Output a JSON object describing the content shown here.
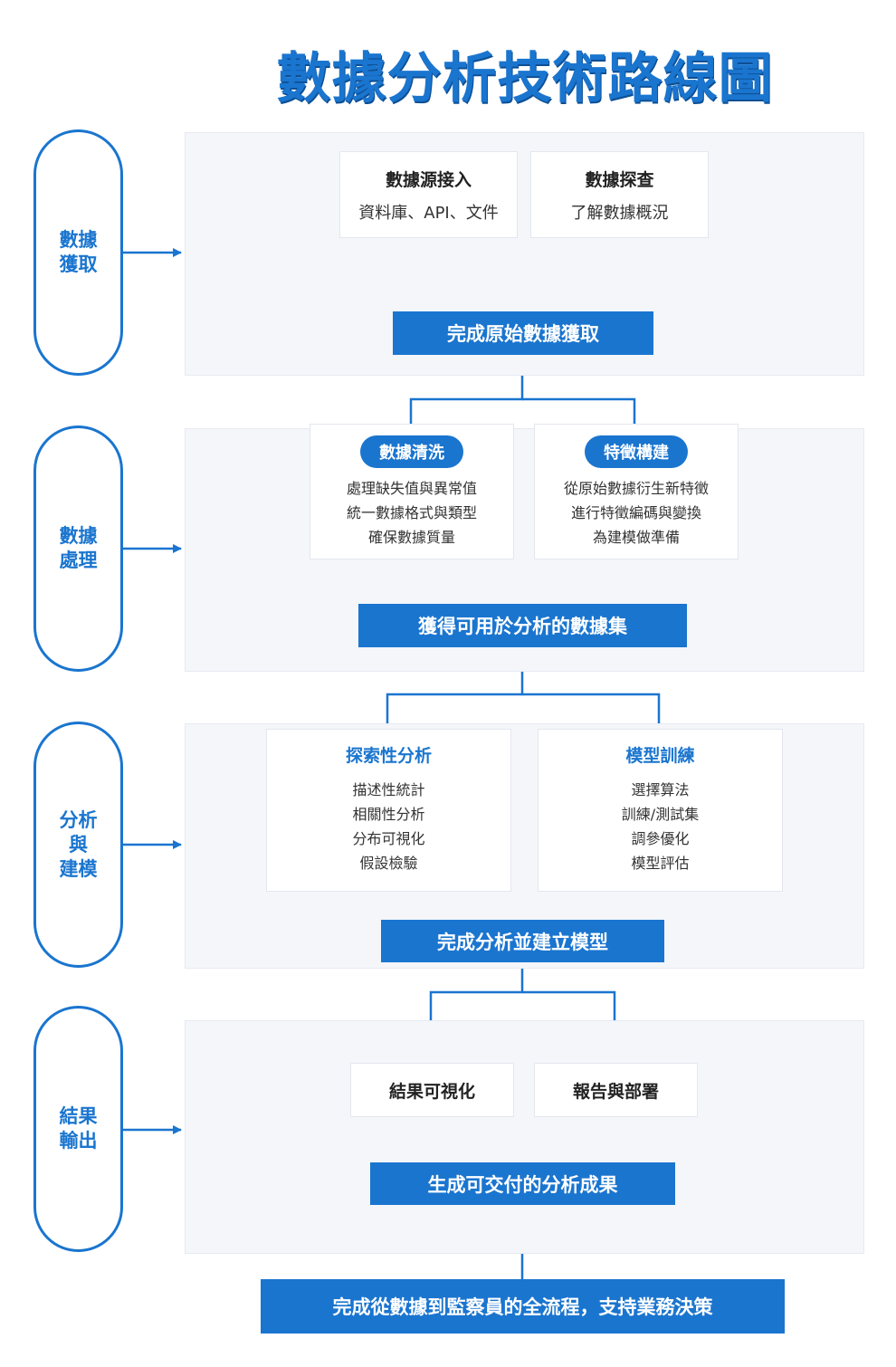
{
  "title": "數據分析技術路線圖",
  "stages": [
    {
      "label": "數據\n獲取",
      "result": "完成原始數據獲取",
      "cards": [
        {
          "title": "數據源接入",
          "desc": "資料庫、API、文件"
        },
        {
          "title": "數據探查",
          "desc": "了解數據概況"
        }
      ]
    },
    {
      "label": "數據\n處理",
      "result": "獲得可用於分析的數據集",
      "cards": [
        {
          "title": "數據清洗",
          "lines": [
            "處理缺失值與異常值",
            "統一數據格式與類型",
            "確保數據質量"
          ]
        },
        {
          "title": "特徵構建",
          "lines": [
            "從原始數據衍生新特徵",
            "進行特徵編碼與變換",
            "為建模做準備"
          ]
        }
      ]
    },
    {
      "label": "分析\n與\n建模",
      "result": "完成分析並建立模型",
      "cards": [
        {
          "title": "探索性分析",
          "lines": [
            "描述性統計",
            "相關性分析",
            "分布可視化",
            "假設檢驗"
          ]
        },
        {
          "title": "模型訓練",
          "lines": [
            "選擇算法",
            "訓練/測試集",
            "調參優化",
            "模型評估"
          ]
        }
      ]
    },
    {
      "label": "結果\n輸出",
      "result": "生成可交付的分析成果",
      "cards": [
        {
          "title": "結果可視化"
        },
        {
          "title": "報告與部署"
        }
      ]
    }
  ],
  "final": "完成從數據到監察員的全流程，支持業務決策",
  "colors": {
    "accent": "#1a75cf",
    "panel": "#f4f6fa"
  }
}
